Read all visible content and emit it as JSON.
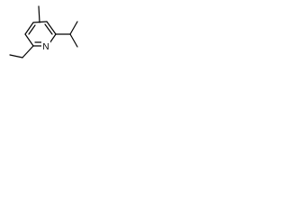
{
  "molecule": {
    "atoms": [
      {
        "id": "N1",
        "element": "N",
        "label": "N"
      }
    ],
    "colors": {
      "bond": "#000000",
      "background": "#ffffff"
    }
  }
}
